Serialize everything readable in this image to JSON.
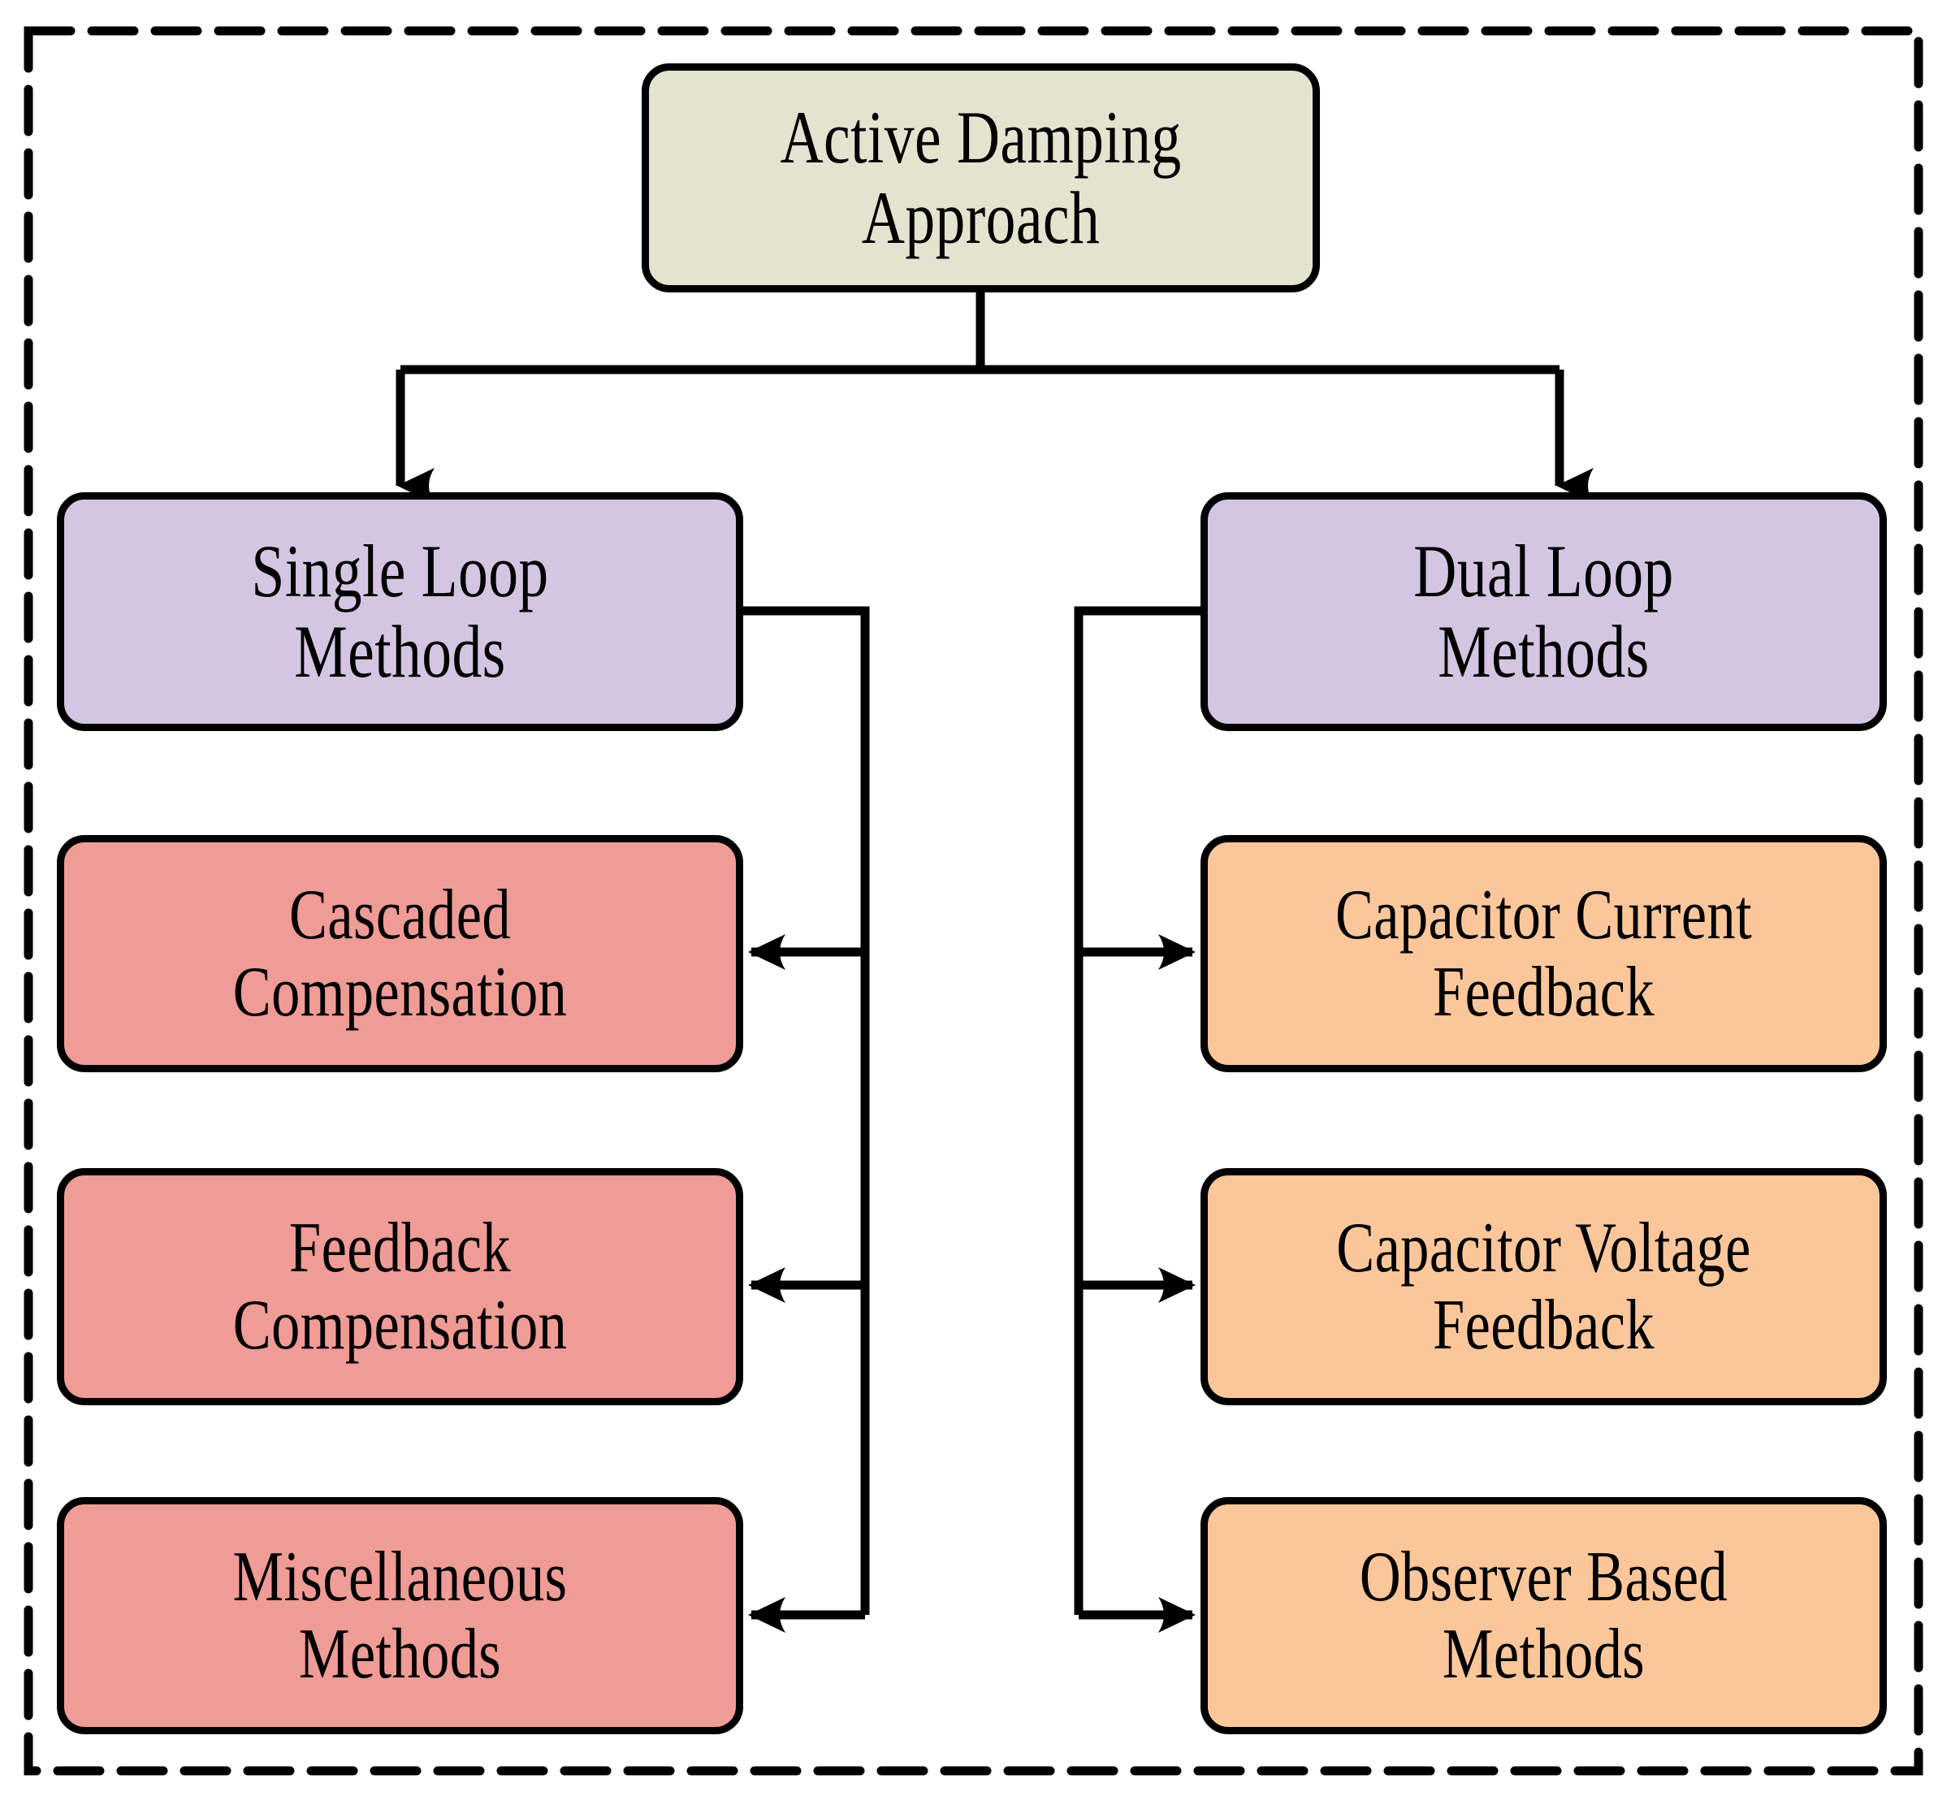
{
  "figure": {
    "title": "Active Damping Approach classification",
    "border_style": "dashed",
    "border_color": "#000000",
    "background": "#ffffff"
  },
  "colors": {
    "root_fill": "#e3e3cf",
    "branch_fill": "#d4c6e2",
    "leaf_left_fill": "#ef9b96",
    "leaf_right_fill": "#fbc79a",
    "outline": "#000000",
    "connector": "#000000"
  },
  "root": {
    "label": "Active Damping\nApproach"
  },
  "branches": [
    {
      "id": "single-loop",
      "label": "Single Loop\nMethods",
      "side": "left",
      "children": [
        {
          "id": "cascaded-compensation",
          "label": "Cascaded\nCompensation"
        },
        {
          "id": "feedback-compensation",
          "label": "Feedback\nCompensation"
        },
        {
          "id": "miscellaneous-methods",
          "label": "Miscellaneous\nMethods"
        }
      ]
    },
    {
      "id": "dual-loop",
      "label": "Dual Loop\nMethods",
      "side": "right",
      "children": [
        {
          "id": "capacitor-current-feedback",
          "label": "Capacitor Current\nFeedback"
        },
        {
          "id": "capacitor-voltage-feedback",
          "label": "Capacitor Voltage\nFeedback"
        },
        {
          "id": "observer-based-methods",
          "label": "Observer Based\nMethods"
        }
      ]
    }
  ]
}
